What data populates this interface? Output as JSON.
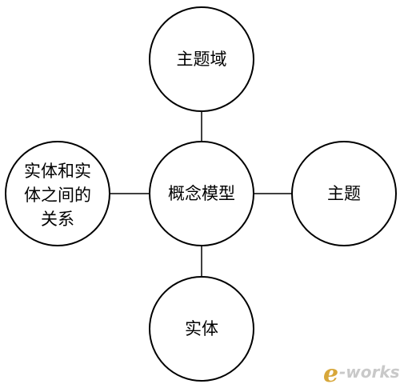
{
  "diagram": {
    "center": {
      "label": "概念模型"
    },
    "top": {
      "label": "主题域"
    },
    "right": {
      "label": "主题"
    },
    "bottom": {
      "label": "实体"
    },
    "left": {
      "lines": [
        "实体和实",
        "体之间的",
        "关系"
      ]
    }
  },
  "watermark": {
    "e": "e",
    "rest": "-works"
  },
  "colors": {
    "stroke": "#000000",
    "watermark_e": "#d7a73a",
    "watermark_rest": "#c9c9c9"
  }
}
